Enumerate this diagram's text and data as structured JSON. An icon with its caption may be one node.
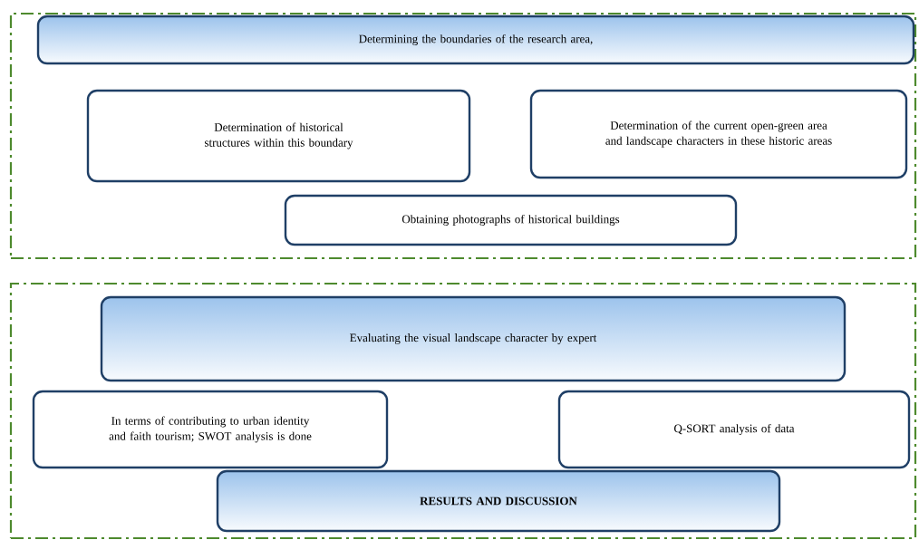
{
  "diagram": {
    "nodes": [
      {
        "text": [],
        "shape": "box"
      },
      {
        "text": [
          "Determining the boundaries of the research area,"
        ],
        "in": 0
      },
      {
        "text": [
          "Determination of historical structures within this boundary"
        ],
        "in": 0
      },
      {
        "text": [
          "Determination of the current open-green area and landscape characters in these historic areas"
        ],
        "in": 0
      },
      {
        "text": [
          "Obtaining photographs of historical buildings"
        ],
        "in": 0
      },
      {
        "text": [],
        "shape": "box"
      },
      {
        "text": [
          "Evaluating the visual landscape character by expert"
        ],
        "in": 5
      },
      {
        "text": [
          "In terms of contributing to urban identity and faith tourism; SWOT analysis is done"
        ],
        "in": 5
      },
      {
        "text": [
          "Q-SORT analysis of data"
        ],
        "in": 5
      },
      {
        "text": [
          "RESULTS AND DISCUSSION"
        ],
        "in": 5
      }
    ]
  }
}
